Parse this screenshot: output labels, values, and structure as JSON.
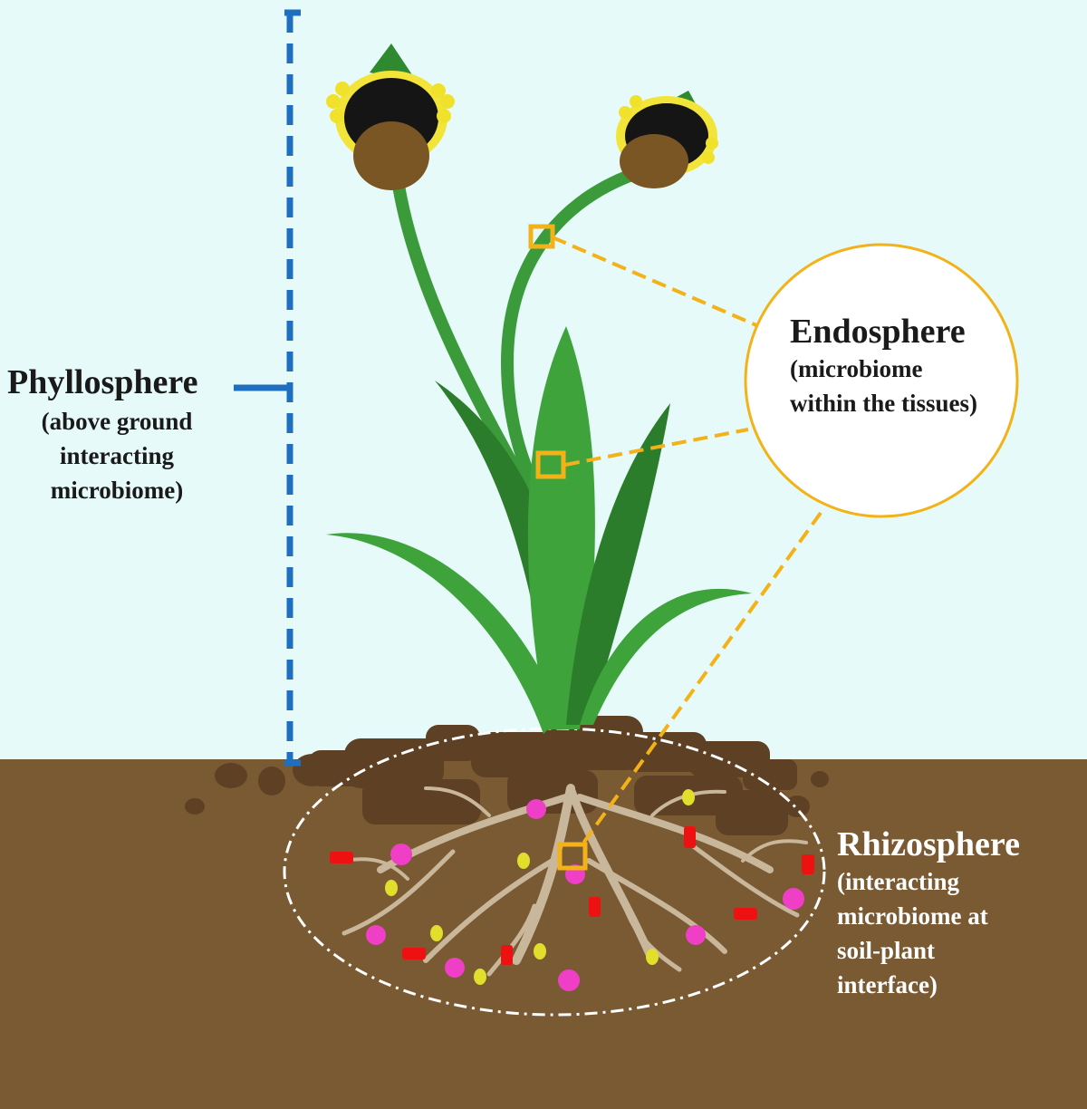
{
  "colors": {
    "sky": "#e6fafa",
    "soil": "#7a5a33",
    "soil_dark": "#5e4124",
    "bracket": "#1f6fc1",
    "marker": "#f3b218",
    "leaf_light": "#3ea33a",
    "leaf_dark": "#2c7d2b",
    "stem": "#3b9a3a",
    "root": "#c8b79b",
    "microbe_pink": "#ee3fc6",
    "microbe_yellow": "#e2df2c",
    "microbe_red": "#ee1111"
  },
  "labels": {
    "phyllosphere": {
      "title": "Phyllosphere",
      "lines": [
        "(above ground",
        "interacting",
        "microbiome)"
      ]
    },
    "endosphere": {
      "title": "Endosphere",
      "lines": [
        "(microbiome",
        "within the tissues)"
      ]
    },
    "rhizosphere": {
      "title": "Rhizosphere",
      "lines": [
        "(interacting",
        "microbiome at",
        "soil-plant",
        "interface)"
      ]
    }
  }
}
